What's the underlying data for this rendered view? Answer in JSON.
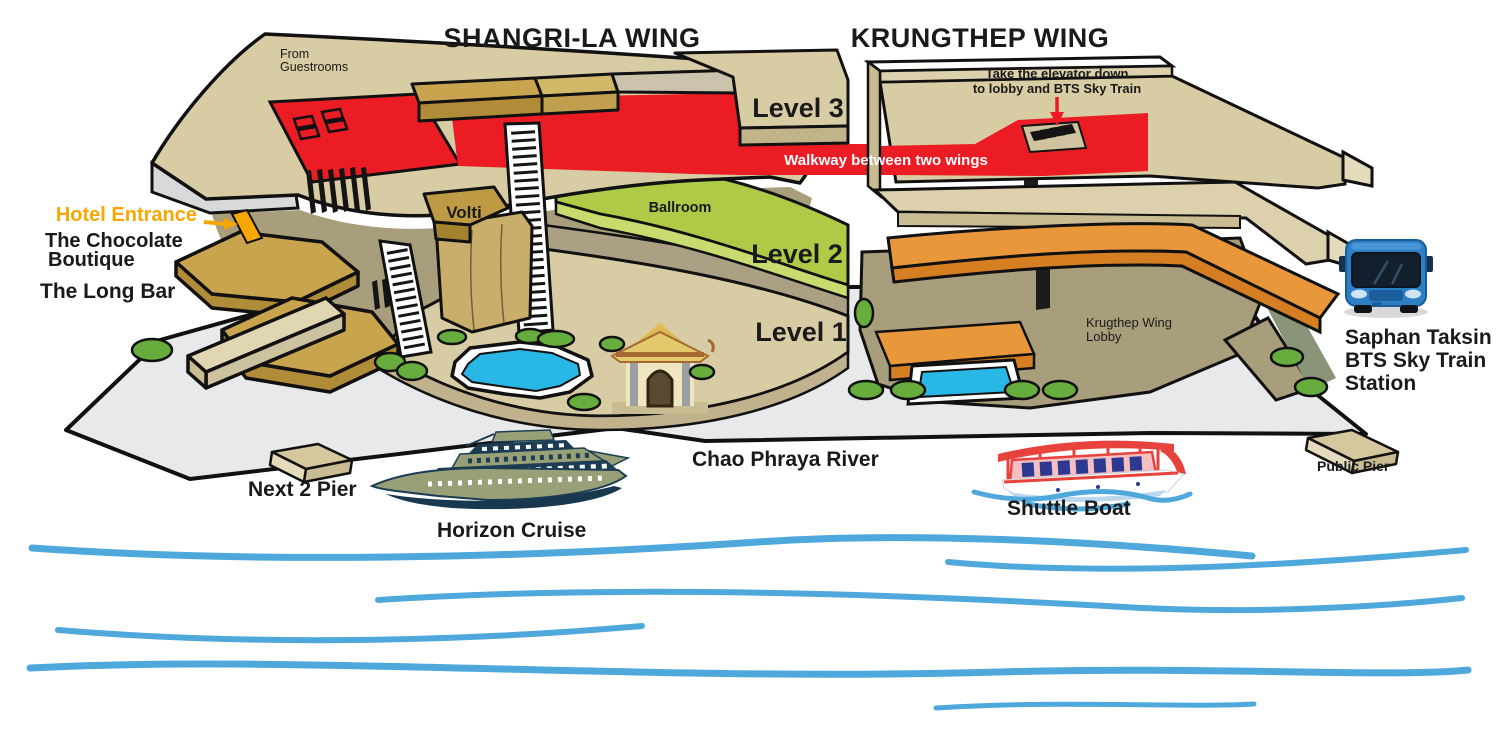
{
  "titles": {
    "shangrila_wing": "SHANGRI-LA WING",
    "krungthep_wing": "KRUNGTHEP WING"
  },
  "labels": {
    "from_guestrooms_1": "From",
    "from_guestrooms_2": "Guestrooms",
    "level3": "Level 3",
    "level2": "Level 2",
    "level1": "Level 1",
    "walkway": "Walkway between two wings",
    "elevator_note_1": "Take the elevator down",
    "elevator_note_2": "to lobby and BTS Sky Train",
    "hotel_entrance": "Hotel Entrance",
    "chocolate_boutique_1": "The Chocolate",
    "chocolate_boutique_2": "Boutique",
    "long_bar": "The Long Bar",
    "volti": "Volti",
    "ballroom": "Ballroom",
    "krugthep_lobby_1": "Krugthep Wing",
    "krugthep_lobby_2": "Lobby",
    "saphan_taksin_1": "Saphan Taksin",
    "saphan_taksin_2": "BTS Sky Train",
    "saphan_taksin_3": "Station",
    "next_2_pier": "Next 2 Pier",
    "horizon_cruise": "Horizon Cruise",
    "chao_phraya_river": "Chao Phraya River",
    "shuttle_boat": "Shuttle Boat",
    "public_pier": "Public Pier"
  },
  "icons": {
    "bus": "bts-bus-icon",
    "cruise": "horizon-cruise-ship-icon",
    "shuttle": "shuttle-boat-icon",
    "temple": "temple-shrine-icon",
    "pool": "swimming-pool-icon",
    "bush": "bush-icon",
    "escalator": "escalator-icon"
  },
  "colors": {
    "red": "#EC1C24",
    "entrance_orange": "#F7A700",
    "ramp_orange": "#E8973B",
    "ramp_orange_dark": "#D57E22",
    "ballroom_green": "#AFCA47",
    "ballroom_green_light": "#C8DB6E",
    "bush_green": "#66AD3D",
    "pool_cyan": "#29B7E5",
    "river_blue": "#4FA8DC",
    "plaza_gray": "#E8E9EA",
    "tan": "#D8CCA4",
    "tan_light": "#E4DABC",
    "khaki": "#A89E7C",
    "gold": "#C8A44E",
    "gold_dark": "#B08B38",
    "bus_blue": "#2D7FC4",
    "boat_red": "#E8423C",
    "navy": "#1C3C54",
    "olive": "#97A077"
  }
}
